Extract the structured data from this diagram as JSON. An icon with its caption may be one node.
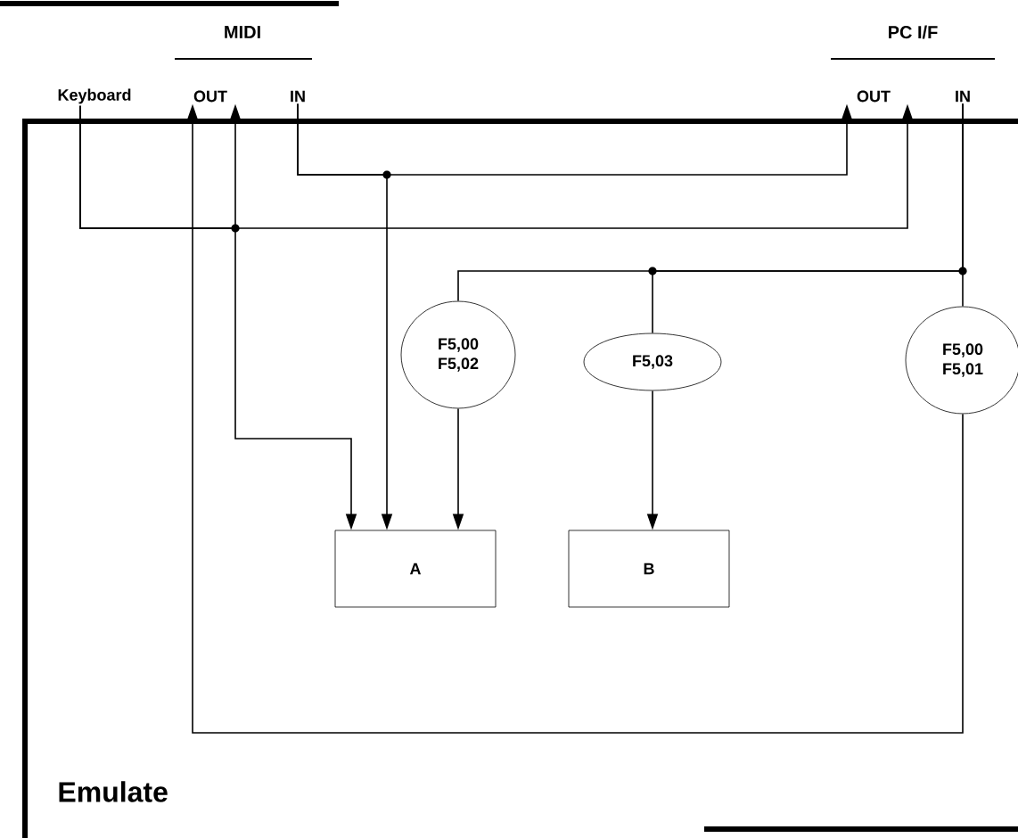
{
  "diagram": {
    "nodes": [
      {
        "text": [
          "Keyboard"
        ]
      },
      {
        "text": [
          "OUT"
        ]
      },
      {
        "text": [
          "IN"
        ]
      },
      {
        "text": [
          "OUT"
        ]
      },
      {
        "text": [
          "IN"
        ]
      },
      {
        "text": [
          "F5,00 F5,02"
        ]
      },
      {
        "text": [
          "F5,03"
        ]
      },
      {
        "text": [
          "F5,00 F5,01"
        ]
      },
      {
        "text": [
          "A"
        ]
      },
      {
        "text": [
          "B"
        ]
      }
    ],
    "edges": [
      {
        "from": 0,
        "to": 1,
        "arrow": "to"
      },
      {
        "from": 0,
        "to": 8,
        "arrow": "to"
      },
      {
        "from": 0,
        "to": 3,
        "arrow": "to"
      },
      {
        "from": 2,
        "to": 3,
        "arrow": "to"
      },
      {
        "from": 2,
        "to": 8,
        "arrow": "to"
      },
      {
        "from": 4,
        "to": 5,
        "arrow": "none"
      },
      {
        "from": 4,
        "to": 6,
        "arrow": "none"
      },
      {
        "from": 4,
        "to": 7,
        "arrow": "none"
      },
      {
        "from": 5,
        "to": 8,
        "arrow": "to"
      },
      {
        "from": 6,
        "to": 9,
        "arrow": "to"
      },
      {
        "from": 7,
        "to": 1,
        "arrow": "to"
      }
    ],
    "labels": [
      "MIDI",
      "PC I/F",
      "Emulate"
    ]
  }
}
